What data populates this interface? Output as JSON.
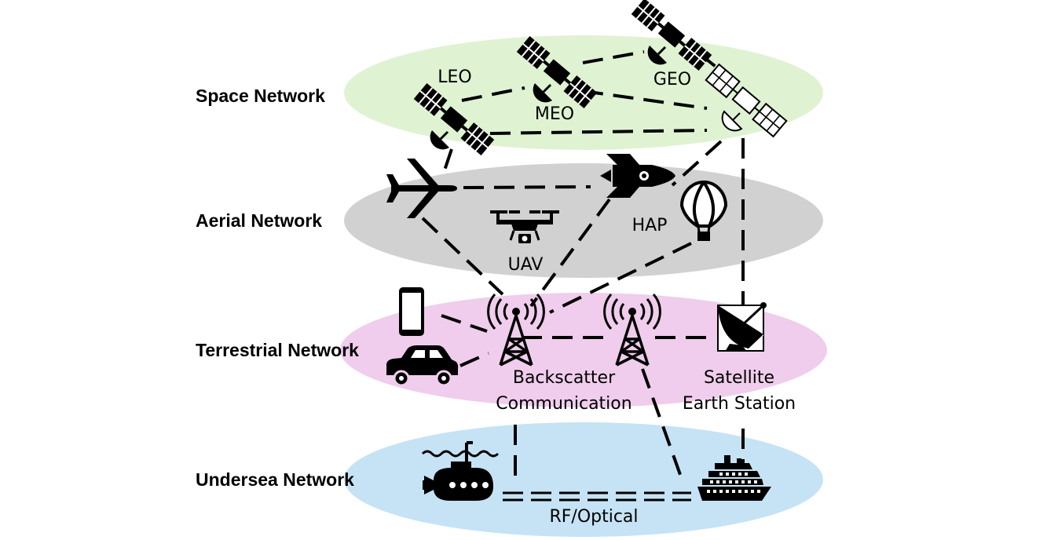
{
  "layers": {
    "space": {
      "label": "Space Network",
      "color": "#dff3d3"
    },
    "aerial": {
      "label": "Aerial Network",
      "color": "#d1d1d1"
    },
    "terrestrial": {
      "label": "Terrestrial Network",
      "color": "#f0cdec"
    },
    "undersea": {
      "label": "Undersea Network",
      "color": "#c6e3f5"
    }
  },
  "nodes": {
    "leo": "LEO",
    "meo": "MEO",
    "geo": "GEO",
    "hap": "HAP",
    "uav": "UAV",
    "backscatter_line1": "Backscatter",
    "backscatter_line2": "Communication",
    "earth_station_line1": "Satellite",
    "earth_station_line2": "Earth Station",
    "rf_optical": "RF/Optical"
  },
  "icons": {
    "satellite": "satellite-icon",
    "airplane": "airplane-icon",
    "rocket": "rocket-icon",
    "balloon": "hot-air-balloon-icon",
    "drone": "drone-icon",
    "phone": "smartphone-icon",
    "car": "car-icon",
    "tower": "cell-tower-icon",
    "dish": "satellite-dish-icon",
    "submarine": "submarine-icon",
    "ship": "ship-icon"
  }
}
